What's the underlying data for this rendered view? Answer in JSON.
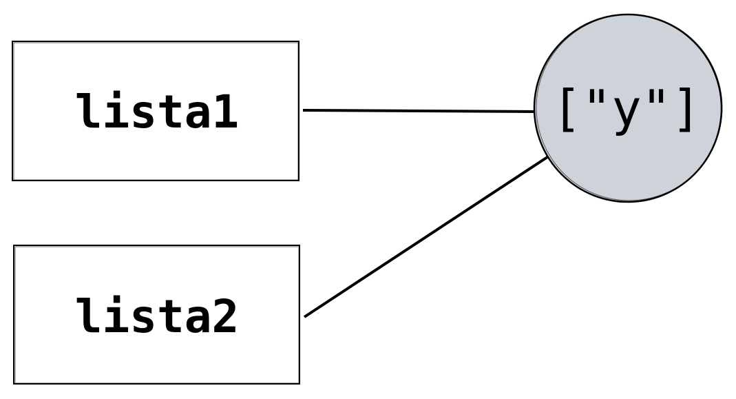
{
  "nodes": {
    "box1": {
      "label": "lista1"
    },
    "box2": {
      "label": "lista2"
    },
    "circle": {
      "label": "[\"y\"]"
    }
  },
  "colors": {
    "stroke": "#000000",
    "circle_fill": "#ced3da",
    "box_fill": "#ffffff"
  }
}
